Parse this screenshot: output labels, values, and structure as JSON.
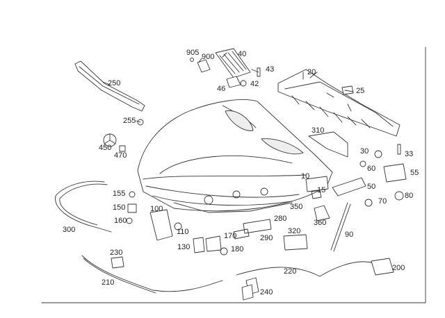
{
  "diagram": {
    "part_numbers": [
      "905",
      "900",
      "40",
      "43",
      "42",
      "46",
      "20",
      "250",
      "25",
      "255",
      "310",
      "450",
      "470",
      "30",
      "33",
      "60",
      "55",
      "10",
      "50",
      "155",
      "15",
      "70",
      "80",
      "150",
      "100",
      "350",
      "160",
      "110",
      "280",
      "300",
      "360",
      "320",
      "90",
      "170",
      "130",
      "290",
      "180",
      "230",
      "200",
      "210",
      "220",
      "240"
    ]
  }
}
